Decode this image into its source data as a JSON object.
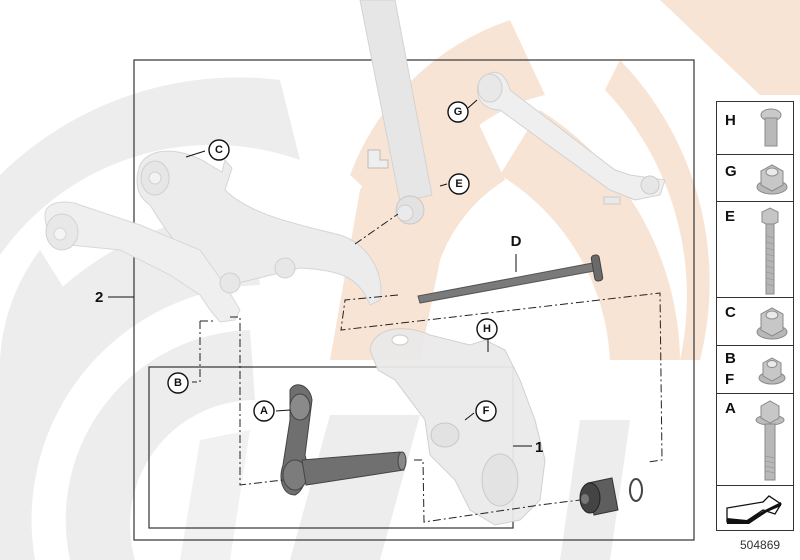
{
  "diagram": {
    "id_number": "504869",
    "background_colors": {
      "gray_arc": "#ececec",
      "peach_arc": "#f8e3d2",
      "part_light": "#e9e9e9",
      "part_dark": "#6e6e6e"
    },
    "group_labels": [
      {
        "id": "group-1",
        "text": "1"
      },
      {
        "id": "group-2",
        "text": "2"
      }
    ],
    "callouts": [
      {
        "id": "A",
        "text": "A"
      },
      {
        "id": "B",
        "text": "B"
      },
      {
        "id": "C",
        "text": "C"
      },
      {
        "id": "D",
        "text": "D"
      },
      {
        "id": "E",
        "text": "E"
      },
      {
        "id": "F",
        "text": "F"
      },
      {
        "id": "G",
        "text": "G"
      },
      {
        "id": "H",
        "text": "H"
      }
    ],
    "parts": [
      {
        "name": "shock-absorber"
      },
      {
        "name": "upper-control-arm"
      },
      {
        "name": "lower-control-arm"
      },
      {
        "name": "wishbone"
      },
      {
        "name": "bolt-d"
      },
      {
        "name": "wheel-carrier"
      },
      {
        "name": "camber-link"
      },
      {
        "name": "rubber-bushing"
      },
      {
        "name": "o-ring"
      }
    ]
  },
  "side_panel": {
    "items": [
      {
        "letters": [
          "H"
        ],
        "icon": "hex-bolt-short-icon"
      },
      {
        "letters": [
          "G"
        ],
        "icon": "flange-nut-icon"
      },
      {
        "letters": [
          "E"
        ],
        "icon": "hex-bolt-long-icon"
      },
      {
        "letters": [
          "C"
        ],
        "icon": "flange-nut-icon"
      },
      {
        "letters": [
          "B",
          "F"
        ],
        "icon": "flange-nut-small-icon"
      },
      {
        "letters": [
          "A"
        ],
        "icon": "flange-bolt-icon"
      },
      {
        "letters": [],
        "icon": "navigate-arrow-icon"
      }
    ]
  }
}
